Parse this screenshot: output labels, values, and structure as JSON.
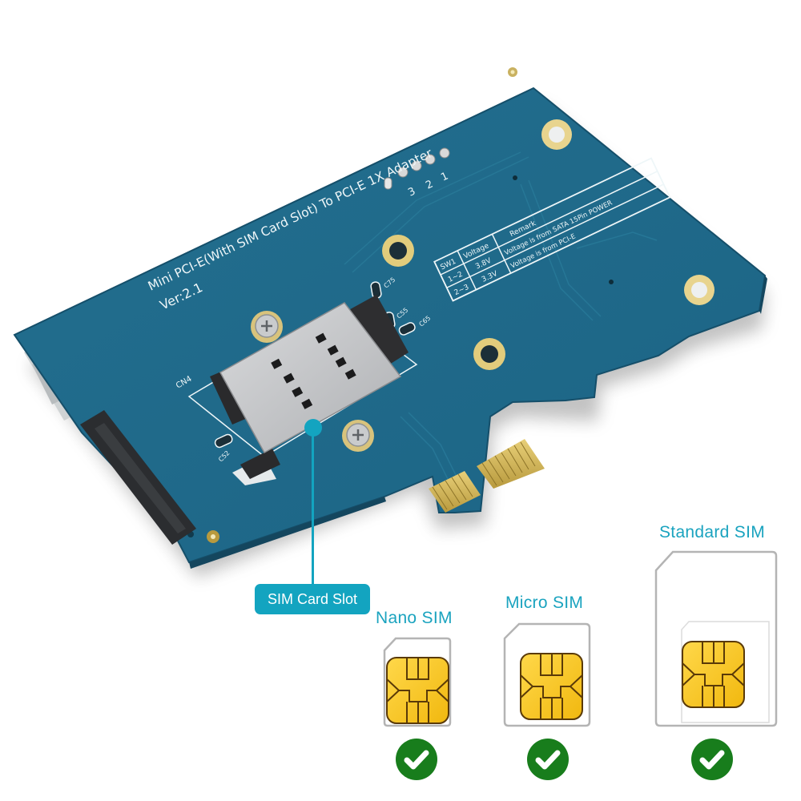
{
  "board": {
    "title": "Mini PCI-E(With SIM Card Slot) To PCI-E 1X  Adapter",
    "version": "Ver:2.1",
    "jumper_labels": [
      "3",
      "2",
      "1"
    ],
    "silkscreen": {
      "cn4": "CN4",
      "c52": "C52",
      "c55": "C55",
      "c65": "C65",
      "c75": "C75"
    },
    "switch_table": {
      "headers": [
        "SW1",
        "Voltage",
        "Remark"
      ],
      "rows": [
        {
          "sw1": "1~2",
          "voltage": "3.8V",
          "remark": "Voltage is from SATA 15Pin POWER"
        },
        {
          "sw1": "2~3",
          "voltage": "3.3V",
          "remark": "Voltage is from PCI-E"
        }
      ]
    },
    "colors": {
      "pcb": "#1f6b8a",
      "pcb_dark": "#18597a",
      "silkscreen": "#eef6f8",
      "gold": "#d6b75a",
      "accent": "#13a4c0",
      "check_green": "#187d1c",
      "chip_yellow": "#f7c81e"
    }
  },
  "callout": {
    "label": "SIM Card Slot"
  },
  "sim_cards": [
    {
      "label": "Nano SIM",
      "supported": true,
      "icon": "check-circle-icon"
    },
    {
      "label": "Micro SIM",
      "supported": true,
      "icon": "check-circle-icon"
    },
    {
      "label": "Standard SIM",
      "supported": true,
      "icon": "check-circle-icon"
    }
  ]
}
